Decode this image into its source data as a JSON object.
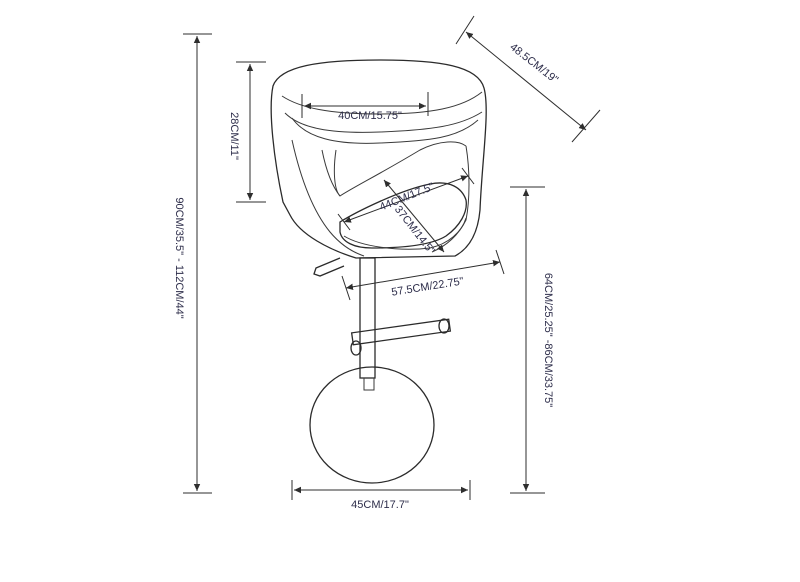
{
  "dimensions": {
    "total_height": "90CM/35.5\"  -  112CM/44\"",
    "back_height": "28CM/11\"",
    "back_width": "40CM/15.75\"",
    "depth": "48.5CM/19\"",
    "seat_width": "44CM/17.5\"",
    "seat_depth": "37CM/14.5\"",
    "arm_width": "57.5CM/22.75\"",
    "seat_height": "64CM/25.25\" -86CM/33.75\"",
    "base_width": "45CM/17.7\""
  }
}
